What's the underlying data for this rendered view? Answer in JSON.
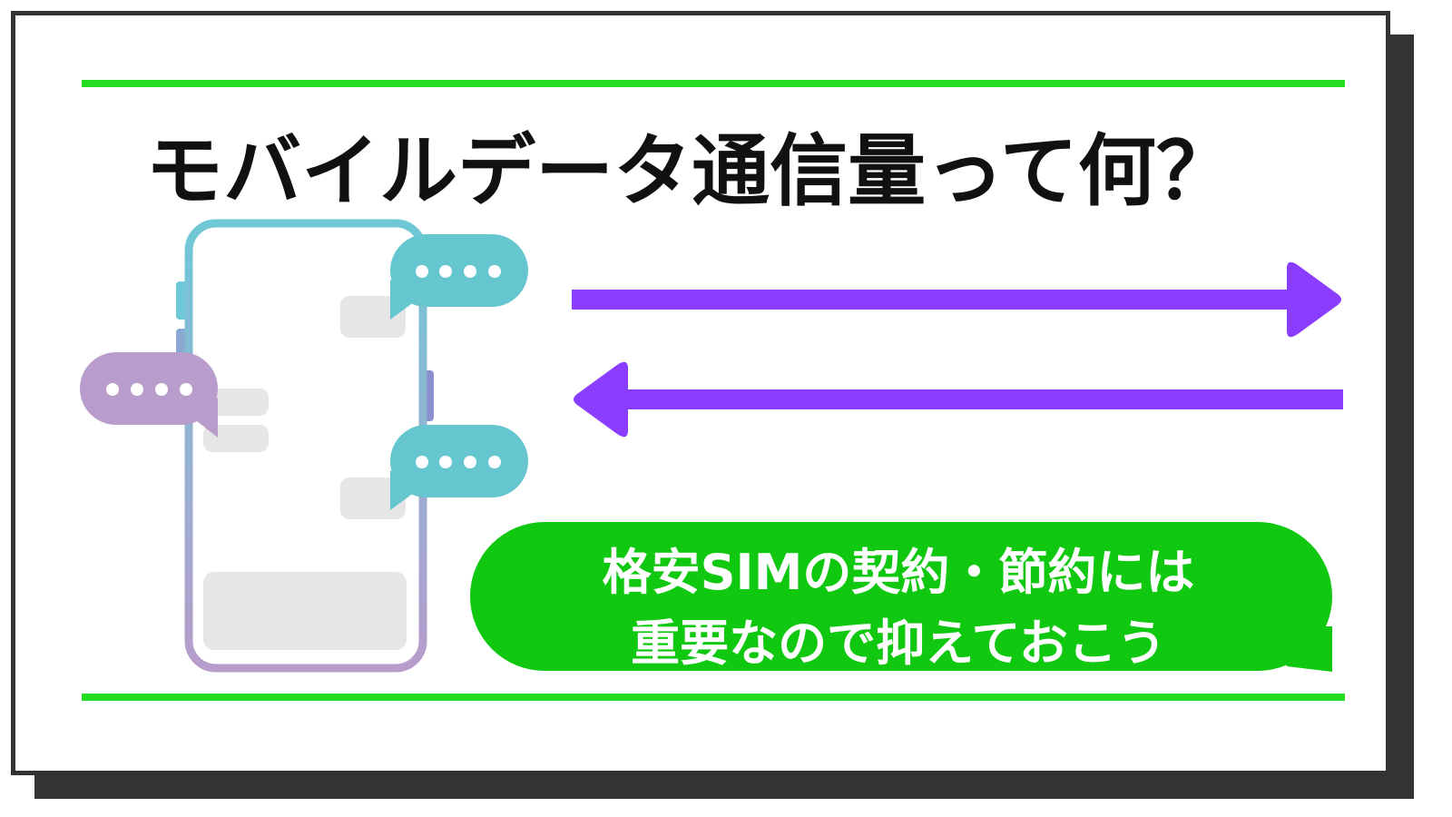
{
  "title": "モバイルデータ通信量って何？",
  "callout": {
    "line1": "格安SIMの契約・節約には",
    "line2": "重要なので抑えておこう"
  },
  "colors": {
    "accent_green": "#22dd22",
    "bubble_green": "#11c811",
    "arrow_purple": "#8a3cff",
    "chat_teal": "#66c6d0",
    "chat_purple": "#b79ccc",
    "frame_dark": "#333333"
  },
  "icons": {
    "phone": "smartphone-icon",
    "chat": "chat-bubble-icon",
    "arrows": "two-way-arrow-icon"
  }
}
